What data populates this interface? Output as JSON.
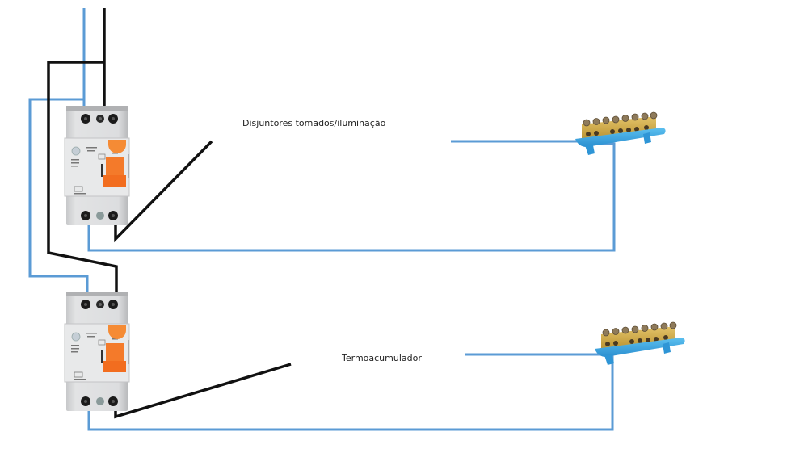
{
  "diagram": {
    "labels": {
      "top_circuit": "Disjuntores tomados/iluminação",
      "bottom_circuit": "Termoacumulador"
    },
    "colors": {
      "neutral_wire": "#5b9bd5",
      "phase_wire": "#111111",
      "breaker_body": "#d9dadb",
      "breaker_lever": "#f47a2a",
      "busbar_base": "#3aa3e0",
      "busbar_brass": "#c9a54a"
    },
    "components": [
      {
        "id": "breaker-top",
        "type": "residual-current-breaker"
      },
      {
        "id": "breaker-bottom",
        "type": "residual-current-breaker"
      },
      {
        "id": "busbar-top",
        "type": "neutral-terminal-block"
      },
      {
        "id": "busbar-bottom",
        "type": "neutral-terminal-block"
      }
    ]
  }
}
